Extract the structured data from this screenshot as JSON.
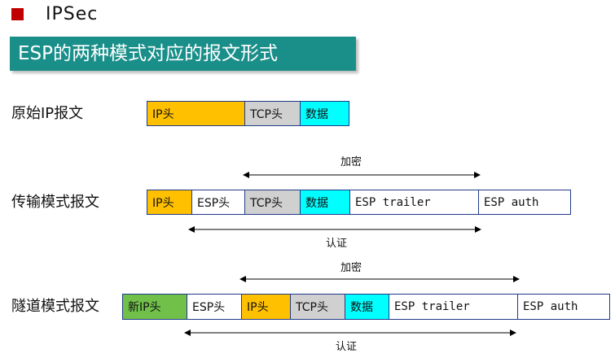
{
  "colors": {
    "bullet": "#c00000",
    "banner": "#1a8f8a",
    "ip_header": "#ffc000",
    "tcp_header": "#d0d0d0",
    "data": "#00ffff",
    "new_ip_header": "#70c04a",
    "plain": "#ffffff"
  },
  "heading": "IPSec",
  "banner": "ESP的两种模式对应的报文形式",
  "rows": {
    "original": {
      "label": "原始IP报文",
      "segments": [
        "IP头",
        "TCP头",
        "数据"
      ]
    },
    "transport": {
      "label": "传输模式报文",
      "encrypt_label": "加密",
      "auth_label": "认证",
      "segments": [
        "IP头",
        "ESP头",
        "TCP头",
        "数据",
        "ESP trailer",
        "ESP auth"
      ]
    },
    "tunnel": {
      "label": "隧道模式报文",
      "encrypt_label": "加密",
      "auth_label": "认证",
      "segments": [
        "新IP头",
        "ESP头",
        "IP头",
        "TCP头",
        "数据",
        "ESP trailer",
        "ESP auth"
      ]
    }
  }
}
